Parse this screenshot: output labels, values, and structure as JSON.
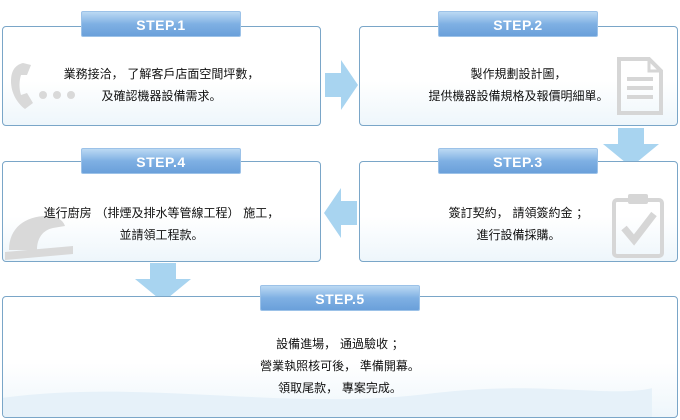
{
  "steps": [
    {
      "label": "STEP.1",
      "lines": [
        "業務接洽， 了解客戶店面空間坪數，",
        "及確認機器設備需求。"
      ]
    },
    {
      "label": "STEP.2",
      "lines": [
        "製作規劃設計圖，",
        "提供機器設備規格及報價明細單。"
      ]
    },
    {
      "label": "STEP.3",
      "lines": [
        "簽訂契約， 請領簽約金 ；",
        "進行設備採購。"
      ]
    },
    {
      "label": "STEP.4",
      "lines": [
        "進行廚房 （排煙及排水等管線工程） 施工，",
        "並請領工程款。"
      ]
    },
    {
      "label": "STEP.5",
      "lines": [
        "設備進場， 通過驗收 ；",
        "營業執照核可後， 準備開幕。",
        "領取尾款， 專案完成。"
      ]
    }
  ],
  "colors": {
    "label_blue": "#7fb0e3",
    "border": "#7aa6c8",
    "arrow": "#a8d4f0",
    "icon_gray": "#d6d6d6"
  },
  "icons": [
    "phone-icon",
    "document-icon",
    "clipboard-check-icon",
    "helmet-icon"
  ]
}
